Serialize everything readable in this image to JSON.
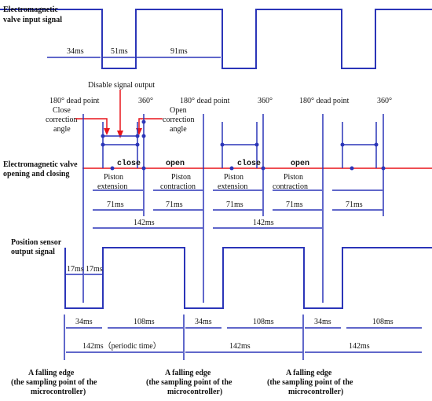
{
  "colors": {
    "signal": "#2b35b8",
    "highlight": "#e8151b",
    "text": "#111111"
  },
  "labels": {
    "input_title_1": "Electromagnetic",
    "input_title_2": "valve input signal",
    "t34": "34ms",
    "t51": "51ms",
    "t91": "91ms",
    "disable": "Disable signal output",
    "dead1": "180° dead point",
    "dead2": "180° dead point",
    "dead3": "180° dead point",
    "deg1": "360°",
    "deg2": "360°",
    "deg3": "360°",
    "close_corr_1": "Close",
    "close_corr_2": "correction",
    "close_corr_3": "angle",
    "open_corr_1": "Open",
    "open_corr_2": "correction",
    "open_corr_3": "angle",
    "valve_title_1": "Electromagnetic valve",
    "valve_title_2": "opening and closing",
    "close1": "close",
    "open1": "open",
    "close2": "close",
    "open2": "open",
    "piston_a1": "Piston",
    "piston_a2": "extension",
    "piston_b1": "Piston",
    "piston_b2": "contraction",
    "piston_c1": "Piston",
    "piston_c2": "extension",
    "piston_d1": "Piston",
    "piston_d2": "contraction",
    "t71_1": "71ms",
    "t71_2": "71ms",
    "t71_3": "71ms",
    "t71_4": "71ms",
    "t71_5": "71ms",
    "t142_a": "142ms",
    "t142_b": "142ms",
    "sensor_title_1": "Position sensor",
    "sensor_title_2": "output signal",
    "t17_1": "17ms",
    "t17_2": "17ms",
    "t34_s1": "34ms",
    "t108_1": "108ms",
    "t34_s2": "34ms",
    "t108_2": "108ms",
    "t34_s3": "34ms",
    "t108_3": "108ms",
    "t142_periodic": "142ms（periodic time）",
    "t142_c": "142ms",
    "t142_d": "142ms",
    "fall1_1": "A falling edge",
    "fall1_2": "(the sampling point of the",
    "fall1_3": "microcontroller)",
    "fall2_1": "A falling edge",
    "fall2_2": "(the sampling point of the",
    "fall2_3": "microcontroller)",
    "fall3_1": "A falling edge",
    "fall3_2": "(the sampling point of the",
    "fall3_3": "microcontroller)"
  }
}
